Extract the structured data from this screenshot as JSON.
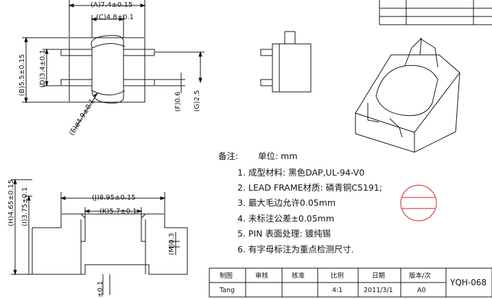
{
  "top_view": {
    "dim_a": "(A)7.4±0.15",
    "dim_c": "(C)4.8±0.1",
    "dim_b": "(B)5.5±0.15",
    "dim_d": "(D)3.4±0.1",
    "dim_f": "(F)0.6",
    "dim_g": "(G)2.5",
    "dim_e": "(E)ø4.9±0.1"
  },
  "front_view": {
    "dim_h": "(H)4.65±0.15",
    "dim_i": "(I)3.75±0.1",
    "dim_j": "(J)8.95±0.15",
    "dim_k": "(K)5.7±0.1",
    "dim_m": "(M)0.3",
    "dim_l": "±0.1"
  },
  "notes": {
    "heading": "备注:",
    "unit": "单位: mm",
    "items": [
      "1. 成型材料: 黑色DAP,UL-94-V0",
      "2. LEAD  FRAME材质: 磷青铜C5191;",
      "3. 最大毛边允许0.05mm",
      "4. 未标注公差±0.05mm",
      "5. PIN 表面处理: 镀纯锡",
      "6. 有字母标注为重点检测尺寸."
    ]
  },
  "title_block": {
    "headers": [
      "制图",
      "审核",
      "核准",
      "比例",
      "日期",
      "版本/次"
    ],
    "values": [
      "Tang",
      "",
      "",
      "4:1",
      "2011/3/1",
      "A0"
    ],
    "drawing_no": "YQH-068"
  },
  "colors": {
    "line": "#111111",
    "stamp": "#cc2222"
  }
}
